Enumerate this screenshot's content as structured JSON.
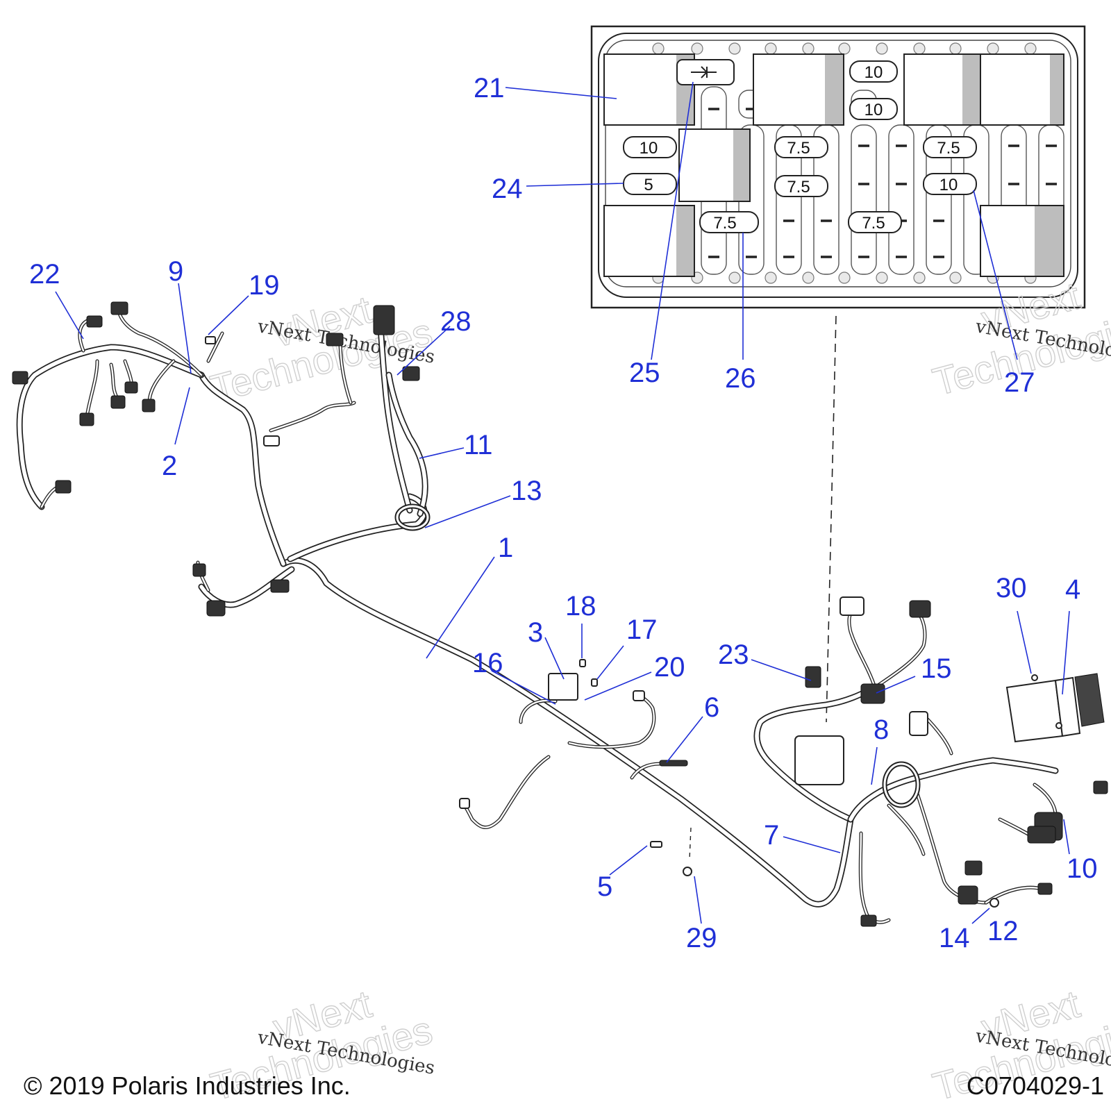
{
  "footer": {
    "copyright": "© 2019 Polaris Industries Inc.",
    "drawing_code": "C0704029-1"
  },
  "watermark": {
    "line1": "vNext Technologies",
    "large_a": "vNext",
    "large_b": "Technologies"
  },
  "fuse_box": {
    "fuses": [
      {
        "id": "f1",
        "rating": "10"
      },
      {
        "id": "f2",
        "rating": "10"
      },
      {
        "id": "f3",
        "rating": "10"
      },
      {
        "id": "f4",
        "rating": "5"
      },
      {
        "id": "f5",
        "rating": "7.5"
      },
      {
        "id": "f6",
        "rating": "7.5"
      },
      {
        "id": "f7",
        "rating": "7.5"
      },
      {
        "id": "f8",
        "rating": "10"
      },
      {
        "id": "f9",
        "rating": "7.5"
      },
      {
        "id": "f10",
        "rating": "7.5"
      }
    ]
  },
  "callouts": {
    "c1": "1",
    "c2": "2",
    "c3": "3",
    "c4": "4",
    "c5": "5",
    "c6": "6",
    "c7": "7",
    "c8": "8",
    "c9": "9",
    "c10": "10",
    "c11": "11",
    "c12": "12",
    "c13": "13",
    "c14": "14",
    "c15": "15",
    "c16": "16",
    "c17": "17",
    "c18": "18",
    "c19": "19",
    "c20": "20",
    "c21": "21",
    "c22": "22",
    "c23": "23",
    "c24": "24",
    "c25": "25",
    "c26": "26",
    "c27": "27",
    "c28": "28",
    "c29": "29",
    "c30": "30"
  }
}
